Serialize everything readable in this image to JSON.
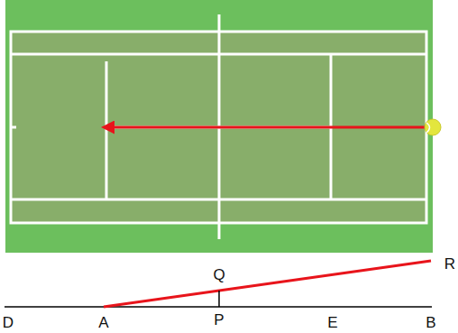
{
  "diagram": {
    "labels": [
      "Q",
      "R",
      "D",
      "A",
      "P",
      "E",
      "B"
    ]
  }
}
